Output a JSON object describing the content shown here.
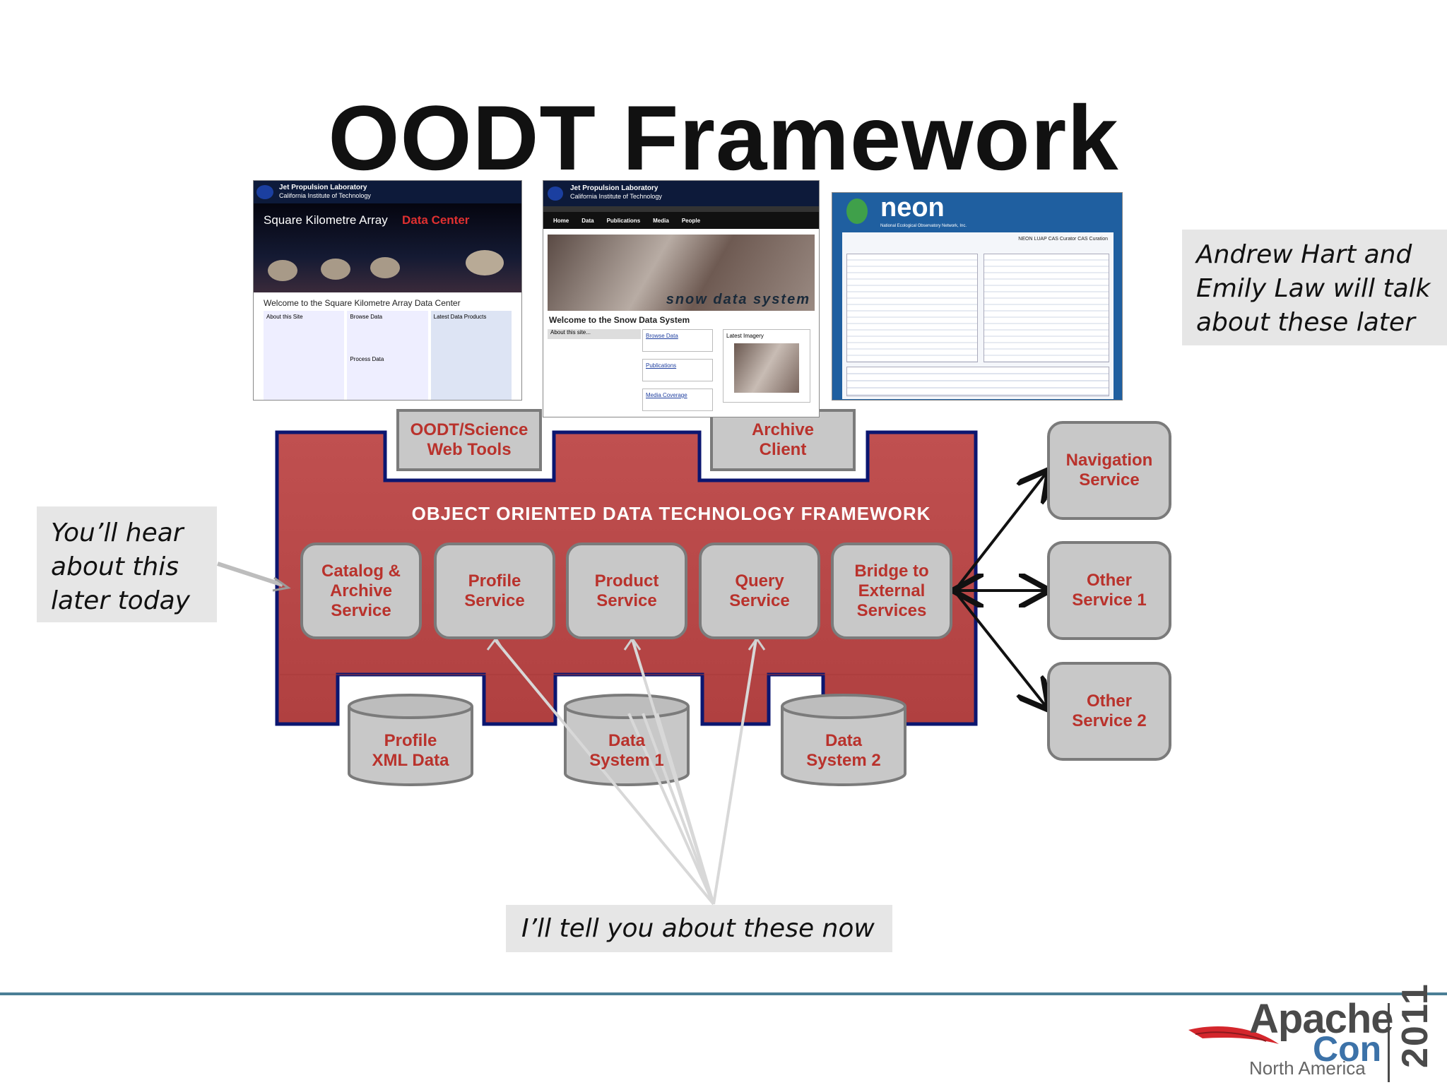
{
  "slide_title": "OODT Framework",
  "notes": {
    "right": [
      "Andrew Hart and",
      "Emily Law will talk",
      "about these later"
    ],
    "left": [
      "You’ll hear",
      "about this",
      "later today"
    ],
    "bottom": "I’ll tell you about these now"
  },
  "framework_label": "OBJECT ORIENTED DATA TECHNOLOGY FRAMEWORK",
  "tabs": {
    "web_tools": "OODT/Science\nWeb Tools",
    "archive_client": "Archive\nClient"
  },
  "services": {
    "catalog": "Catalog &\nArchive\nService",
    "profile": "Profile\nService",
    "product": "Product\nService",
    "query": "Query\nService",
    "bridge": "Bridge to\nExternal\nServices"
  },
  "external_services": {
    "navigation": "Navigation\nService",
    "other1": "Other\nService 1",
    "other2": "Other\nService 2"
  },
  "data_stores": {
    "profile_xml": "Profile\nXML Data",
    "data_system_1": "Data\nSystem 1",
    "data_system_2": "Data\nSystem 2"
  },
  "screenshots": {
    "ska": {
      "org_name": "Jet Propulsion Laboratory",
      "org_sub": "California Institute of Technology",
      "heading_a": "Square Kilometre Array",
      "heading_b": "Data Center",
      "welcome": "Welcome to the Square Kilometre Array Data Center",
      "col1": "About this Site",
      "col2": "Browse Data",
      "col3": "Latest Data Products",
      "col2b": "Process Data"
    },
    "snow": {
      "org_name": "Jet Propulsion Laboratory",
      "org_sub": "California Institute of Technology",
      "nav": [
        "Home",
        "Data",
        "Publications",
        "Media",
        "People"
      ],
      "banner": "snow data system",
      "welcome": "Welcome to the Snow Data System",
      "about": "About this site...",
      "links": [
        "Browse Data",
        "Publications",
        "Media Coverage"
      ],
      "latest": "Latest Imagery"
    },
    "neon": {
      "logo": "neon",
      "tagline": "National Ecological Observatory Network, Inc.",
      "heading": "NEON LUAP CAS Curator CAS Curation"
    }
  },
  "logo": {
    "apache": "Apache",
    "con": "Con",
    "region": "North America",
    "year": "2011"
  },
  "colors": {
    "framework_fill": "#c05050",
    "framework_border": "#0b1670",
    "service_fill": "#c8c8c8",
    "service_text": "#b9322c",
    "note_bg": "#e6e6e6"
  }
}
